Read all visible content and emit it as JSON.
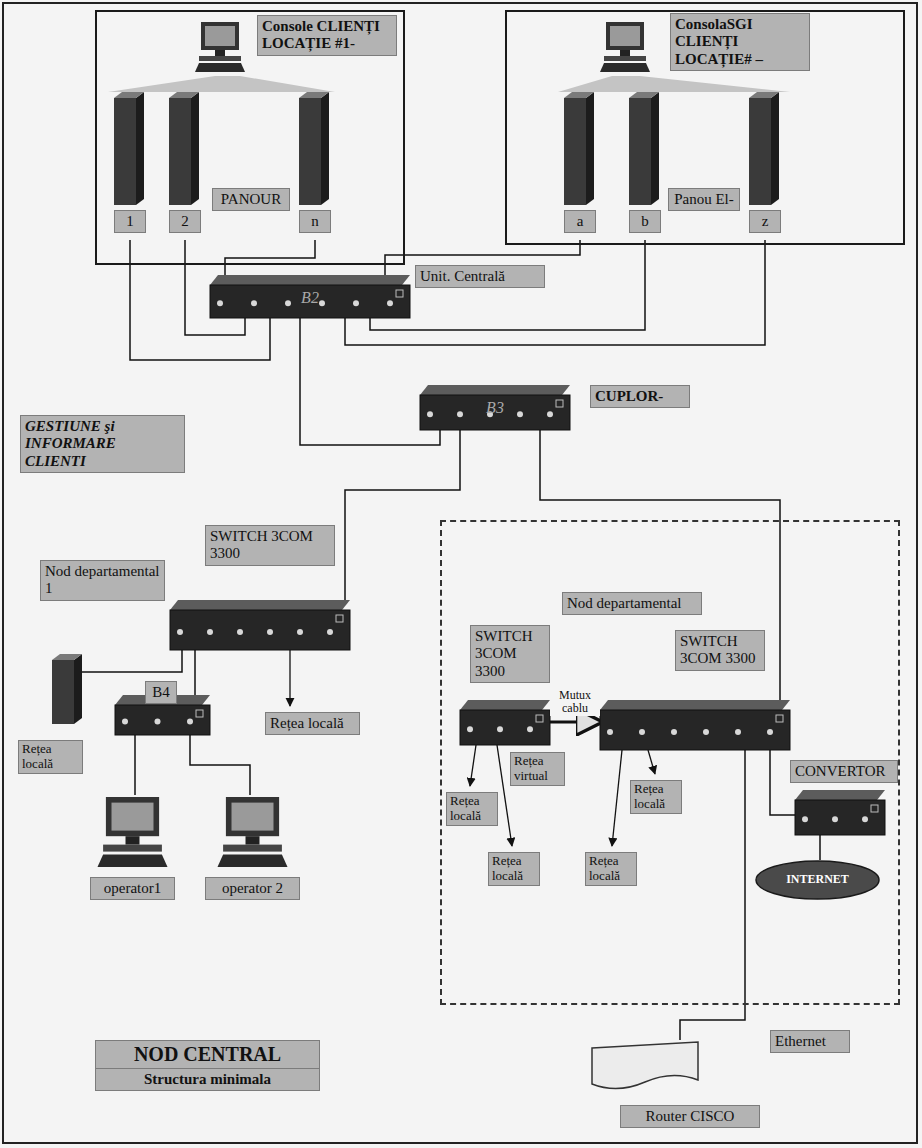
{
  "diagram": {
    "nodes": [
      {
        "text": [
          "Console CLIENȚI LOCAȚIE #1-"
        ]
      },
      {
        "text": [
          "1"
        ],
        "in": 0
      },
      {
        "text": [
          "2"
        ],
        "in": 0
      },
      {
        "text": [
          "n"
        ],
        "in": 0
      },
      {
        "text": [
          "ConsolaSGI CLIENȚI LOCAȚIE# –"
        ]
      },
      {
        "text": [
          "a"
        ],
        "in": 4
      },
      {
        "text": [
          "b"
        ],
        "in": 4
      },
      {
        "text": [
          "z"
        ],
        "in": 4
      },
      {
        "text": [
          "B2",
          "Unit. Centrală"
        ]
      },
      {
        "text": [
          "B3",
          "CUPLOR-"
        ]
      },
      {
        "text": [
          "SWITCH 3COM 3300",
          "Nod departamental 1"
        ]
      },
      {
        "text": [
          "B4"
        ]
      },
      {
        "text": [
          "operator1"
        ]
      },
      {
        "text": [
          "operator 2"
        ]
      },
      {
        "text": [
          "Nod departamental"
        ]
      },
      {
        "text": [
          "SWITCH 3COM 3300"
        ],
        "in": 14
      },
      {
        "text": [
          "SWITCH 3COM 3300"
        ],
        "in": 14
      },
      {
        "text": [
          "CONVERTOR"
        ],
        "in": 14
      },
      {
        "text": [
          "INTERNET"
        ],
        "in": 14
      },
      {
        "text": [
          "Router CISCO"
        ]
      }
    ],
    "edges": [
      {
        "from": 1,
        "to": 8,
        "arrow": "none"
      },
      {
        "from": 2,
        "to": 8,
        "arrow": "none"
      },
      {
        "from": 3,
        "to": 8,
        "arrow": "none"
      },
      {
        "from": 5,
        "to": 8,
        "arrow": "none"
      },
      {
        "from": 6,
        "to": 8,
        "arrow": "none"
      },
      {
        "from": 7,
        "to": 8,
        "arrow": "none"
      },
      {
        "from": 8,
        "to": 9,
        "arrow": "none"
      },
      {
        "from": 9,
        "to": 10,
        "arrow": "none"
      },
      {
        "from": 9,
        "to": 16,
        "arrow": "none"
      },
      {
        "from": 10,
        "to": 11,
        "arrow": "none"
      },
      {
        "from": 11,
        "to": 12,
        "arrow": "none"
      },
      {
        "from": 11,
        "to": 13,
        "arrow": "none"
      },
      {
        "from": 15,
        "to": 16,
        "arrow": "to",
        "label": "Mutux cablu"
      },
      {
        "from": 16,
        "to": 17,
        "arrow": "none"
      },
      {
        "from": 17,
        "to": 18,
        "arrow": "none"
      },
      {
        "from": 16,
        "to": 19,
        "arrow": "none"
      }
    ],
    "labels": [
      "PANOUR",
      "Panou El-",
      "GESTIUNE şi INFORMARE CLIENTI",
      "Rețea locală",
      "Rețea locală",
      "Rețea virtual",
      "Rețea locală",
      "Rețea locală",
      "Rețea locală",
      "Rețea locală",
      "Ethernet",
      "NOD CENTRAL",
      "Structura minimala"
    ]
  }
}
